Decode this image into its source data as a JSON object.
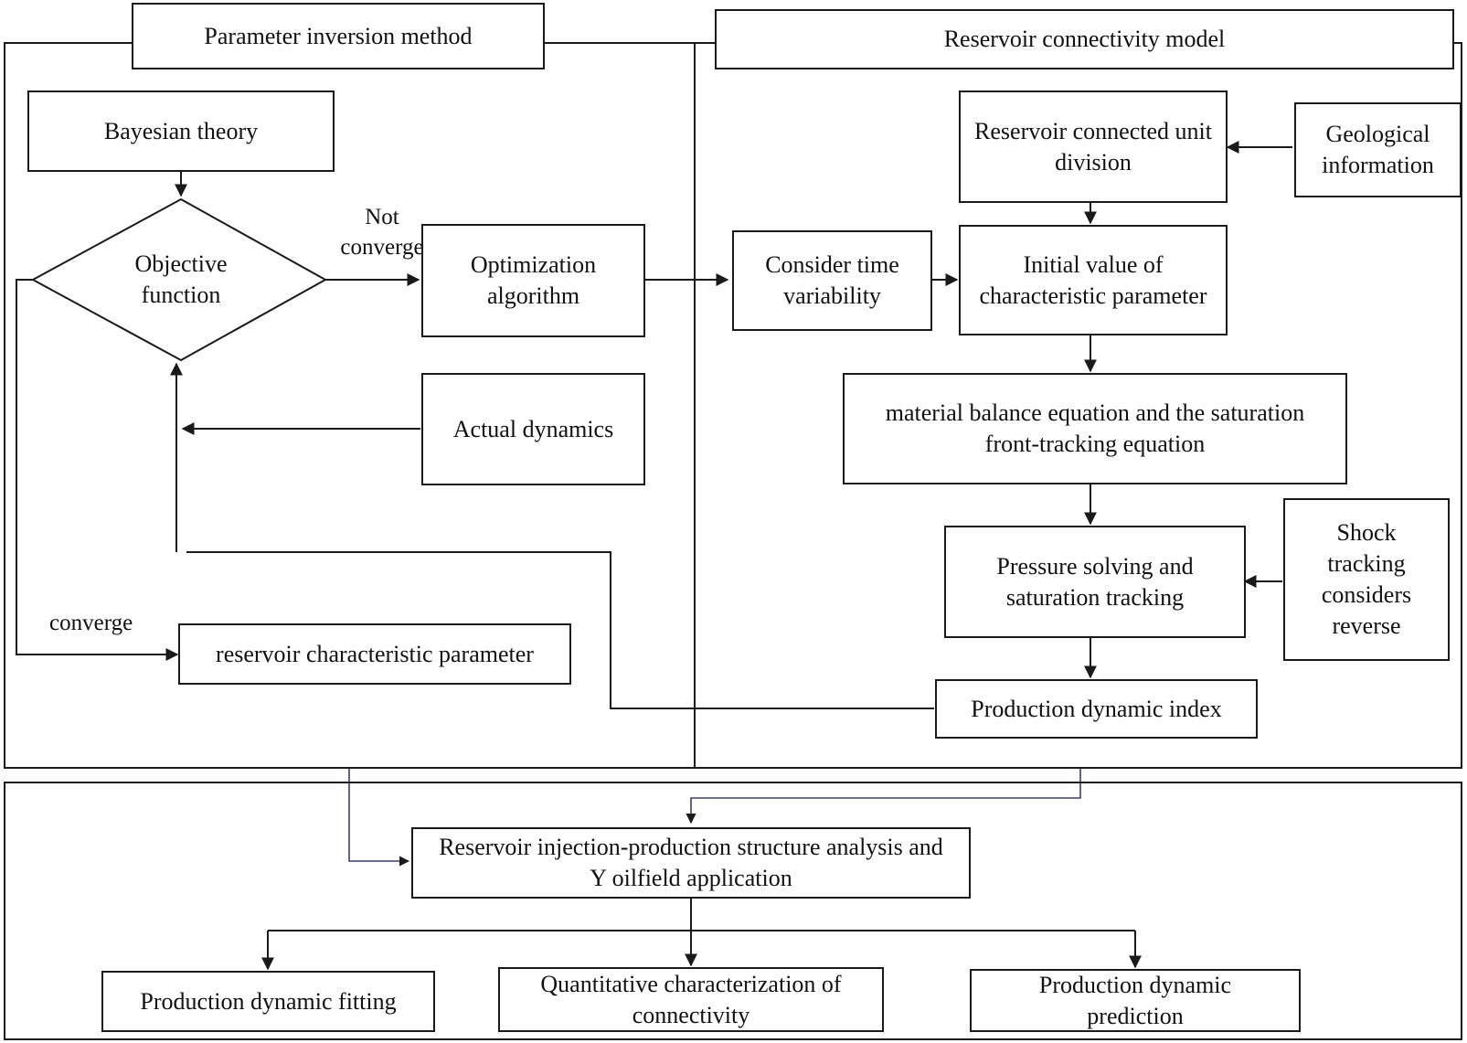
{
  "sections": {
    "left_title": "Parameter inversion method",
    "right_title": "Reservoir connectivity model"
  },
  "left": {
    "bayesian": "Bayesian theory",
    "objective": "Objective function",
    "not_converge": "Not converge",
    "optimization": "Optimization algorithm",
    "actual_dynamics": "Actual dynamics",
    "converge": "converge",
    "reservoir_param": "reservoir characteristic parameter"
  },
  "right": {
    "connected_unit": "Reservoir connected unit division",
    "geological": "Geological information",
    "time_variability": "Consider time variability",
    "initial_value": "Initial value of characteristic parameter",
    "material_balance": "material balance equation and the saturation front-tracking equation",
    "pressure_solving": "Pressure solving and saturation tracking",
    "shock_tracking": "Shock tracking considers reverse",
    "production_index": "Production dynamic index"
  },
  "bottom": {
    "analysis": "Reservoir injection-production structure analysis and Y oilfield application",
    "fitting": "Production dynamic fitting",
    "quantitative": "Quantitative characterization of connectivity",
    "prediction": "Production dynamic prediction"
  }
}
